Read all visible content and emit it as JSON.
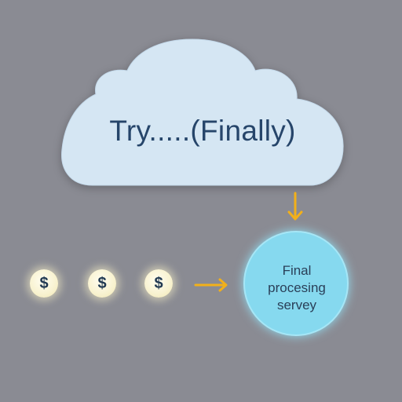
{
  "diagram": {
    "cloud": {
      "label": "Try.....(Finally)",
      "fill": "#d5e6f3",
      "text_color": "#26456a"
    },
    "server": {
      "label_lines": [
        "Final",
        "procesing",
        "servey"
      ],
      "fill": "#86d9ef"
    },
    "coins": [
      {
        "symbol": "$"
      },
      {
        "symbol": "$"
      },
      {
        "symbol": "$"
      }
    ],
    "arrows": [
      {
        "from": "cloud",
        "to": "server",
        "direction": "down"
      },
      {
        "from": "coins",
        "to": "server",
        "direction": "right"
      }
    ],
    "colors": {
      "background": "#8a8b93",
      "arrow": "#f2b01a",
      "coin": "#f8f2cf"
    }
  }
}
